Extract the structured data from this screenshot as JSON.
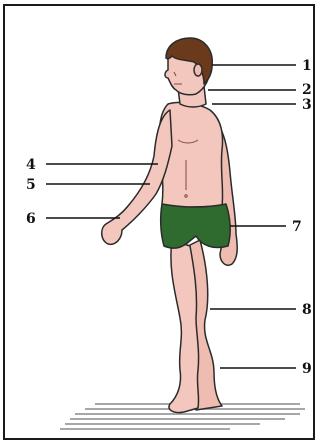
{
  "diagram": {
    "labels": [
      {
        "id": "1",
        "text": "1"
      },
      {
        "id": "2",
        "text": "2"
      },
      {
        "id": "3",
        "text": "3"
      },
      {
        "id": "4",
        "text": "4"
      },
      {
        "id": "5",
        "text": "5"
      },
      {
        "id": "6",
        "text": "6"
      },
      {
        "id": "7",
        "text": "7"
      },
      {
        "id": "8",
        "text": "8"
      },
      {
        "id": "9",
        "text": "9"
      }
    ],
    "colors": {
      "skin": "#f3c7bd",
      "skin_shadow": "#e5a99c",
      "hair": "#6b3a1c",
      "shorts": "#2f6a2f",
      "outline": "#2b2b2b",
      "floor": "#8a8a8a"
    }
  }
}
